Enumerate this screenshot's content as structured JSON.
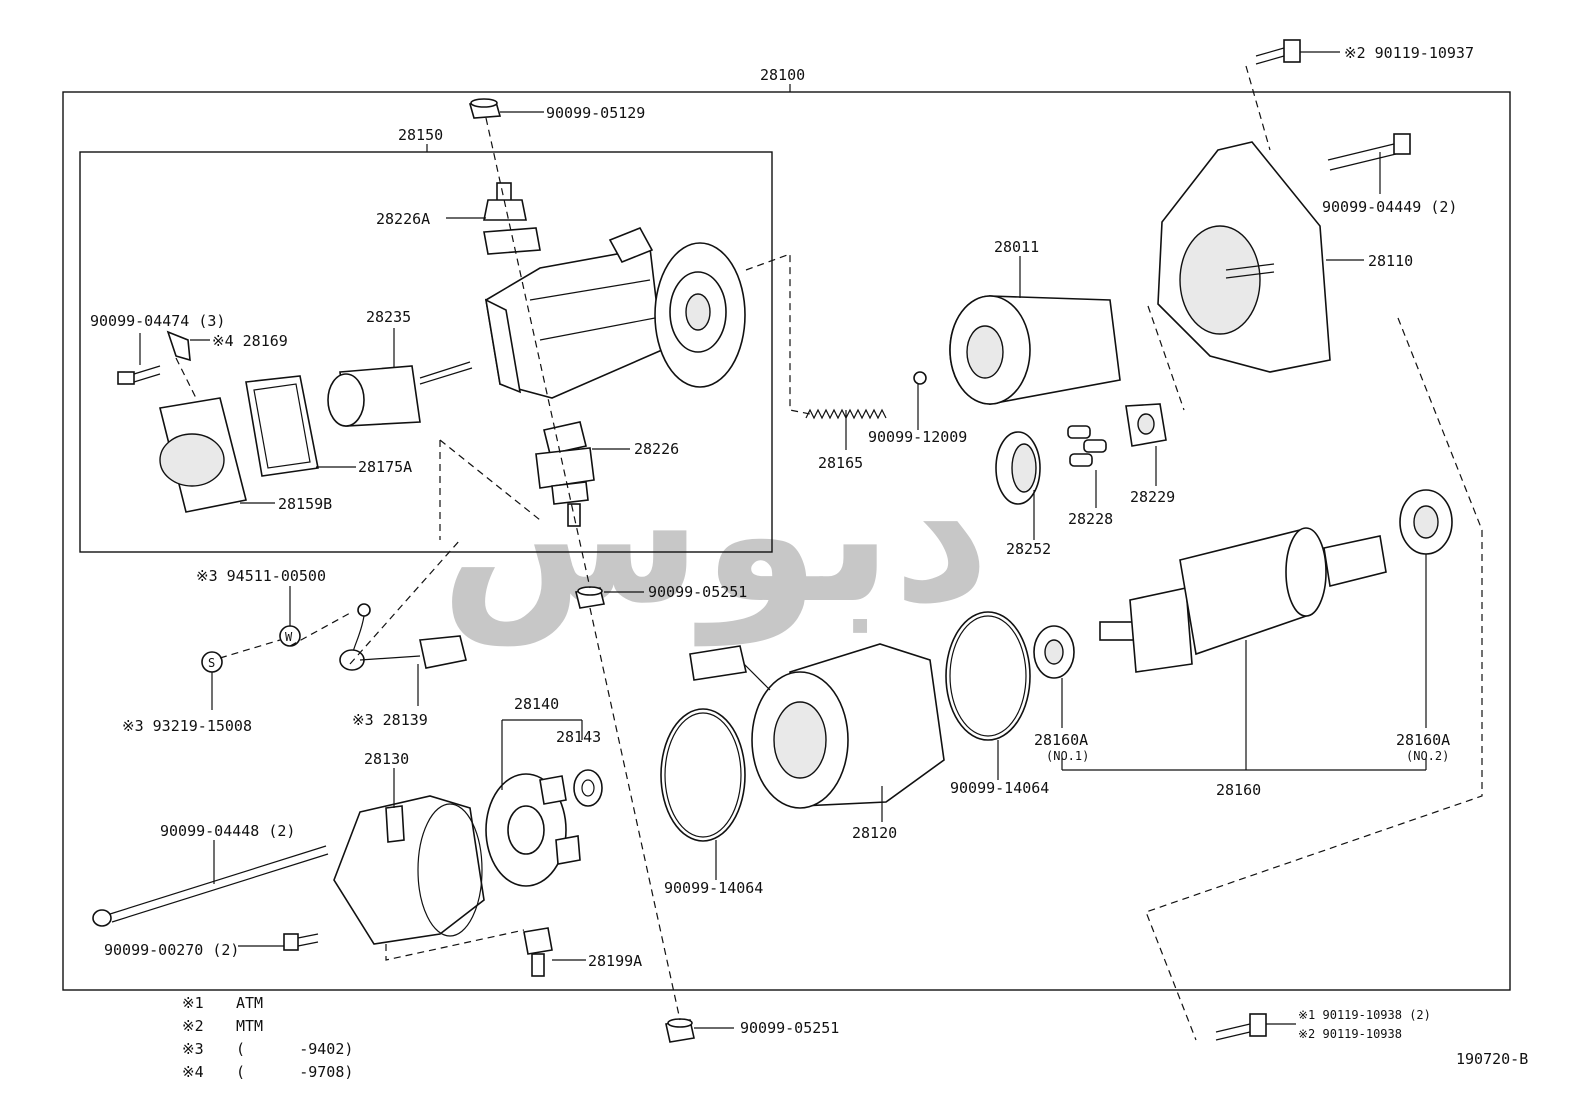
{
  "diagram": {
    "assembly_label": "28100",
    "sub_assembly_label": "28150",
    "drawing_code": "190720-B",
    "watermark_text": "ﺩﺑﻮﺱ",
    "labels": {
      "l28100": "28100",
      "l28150": "28150",
      "l90099_05129": "90099-05129",
      "l28226A": "28226A",
      "l90099_04474": "90099-04474 (3)",
      "l28169": "※4 28169",
      "l28235": "28235",
      "l28175A": "28175A",
      "l28159B": "28159B",
      "l28226": "28226",
      "l90099_05251a": "90099-05251",
      "l28165": "28165",
      "l90099_12009": "90099-12009",
      "l28011": "28011",
      "l28252": "28252",
      "l28228": "28228",
      "l28229": "28229",
      "l28110": "28110",
      "l90099_04449": "90099-04449 (2)",
      "l90119_10937": "※2 90119-10937",
      "l94511_00500": "※3  94511-00500",
      "l93219_15008": "※3 93219-15008",
      "l28139": "※3 28139",
      "l28140": "28140",
      "l28143": "28143",
      "l28130": "28130",
      "l90099_04448": "90099-04448 (2)",
      "l90099_00270": "90099-00270 (2)",
      "l28199A": "28199A",
      "l90099_14064a": "90099-14064",
      "l28120": "28120",
      "l90099_14064b": "90099-14064",
      "l28160A_1": "28160A",
      "l28160A_1_sub": "(NO.1)",
      "l28160": "28160",
      "l28160A_2": "28160A",
      "l28160A_2_sub": "(NO.2)",
      "l90099_05251b": "90099-05251",
      "l90119_10938_1": "※1 90119-10938 (2)",
      "l90119_10938_2": "※2 90119-10938",
      "marker_w": "W",
      "marker_s": "S"
    },
    "notes": [
      {
        "mark": "※1",
        "text": "ATM"
      },
      {
        "mark": "※2",
        "text": "MTM"
      },
      {
        "mark": "※3",
        "text": "(      -9402)"
      },
      {
        "mark": "※4",
        "text": "(      -9708)"
      }
    ]
  }
}
